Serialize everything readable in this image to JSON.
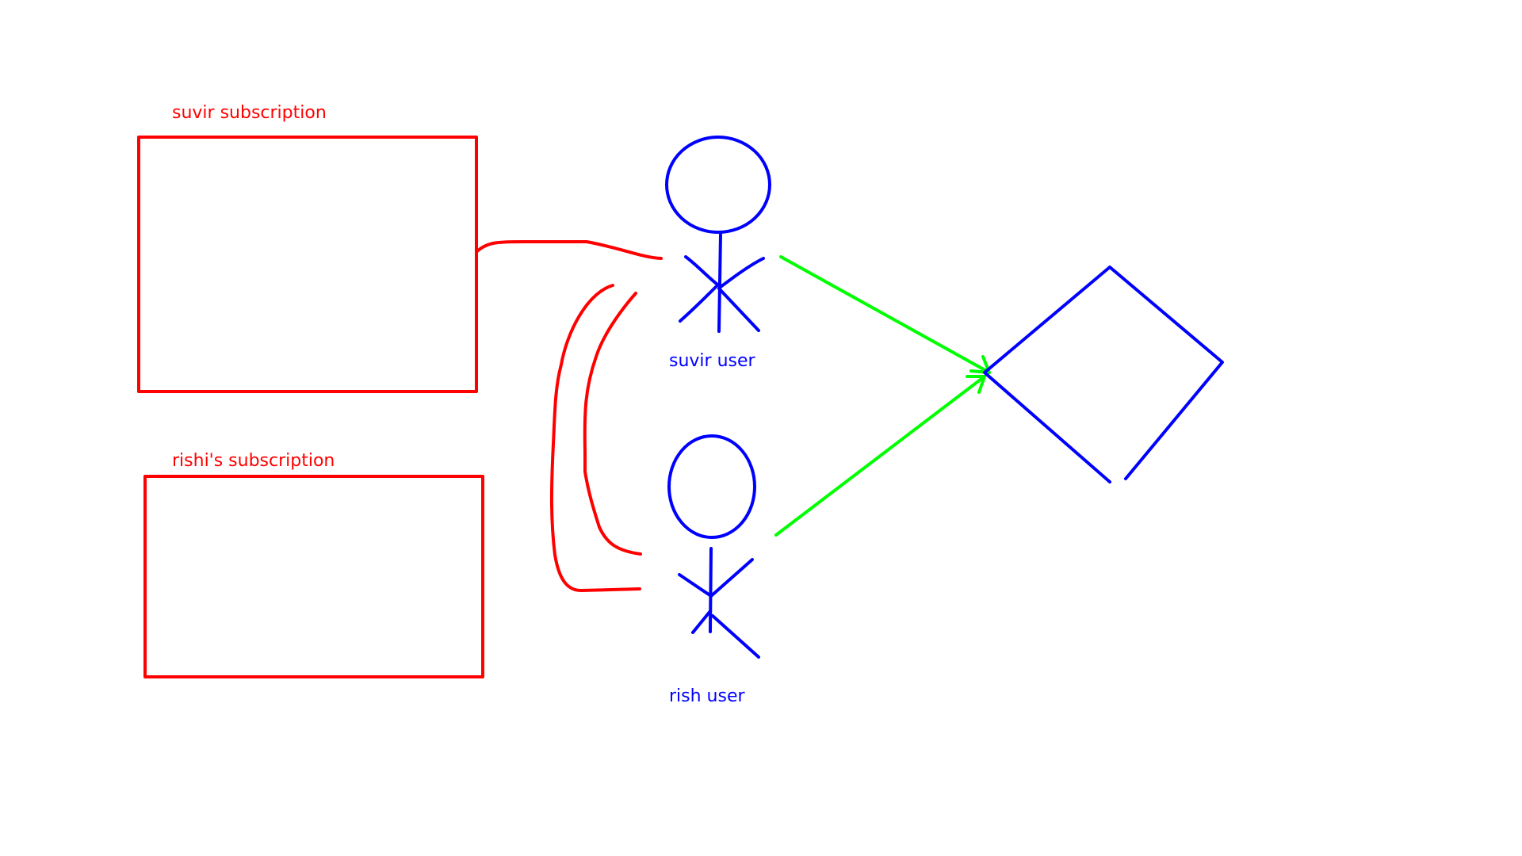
{
  "labels": {
    "suvir_subscription": "suvir subscription",
    "rishi_subscription": "rishi's subscription",
    "suvir_user": "suvir user",
    "rish_user": "rish user"
  },
  "colors": {
    "subscription": "#ff0000",
    "user": "#0000ff",
    "arrow": "#00ff00",
    "background": "#ffffff"
  }
}
